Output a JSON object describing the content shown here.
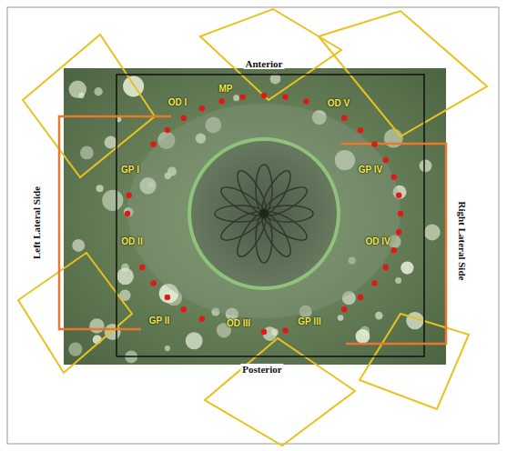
{
  "diagram": {
    "labels": [
      "Anterior",
      "Posterior",
      "Left Lateral Side",
      "Right Lateral Side",
      "MP",
      "OD I",
      "OD V",
      "GP I",
      "GP IV",
      "OD II",
      "OD IV",
      "GP II",
      "OD III",
      "GP III"
    ]
  }
}
